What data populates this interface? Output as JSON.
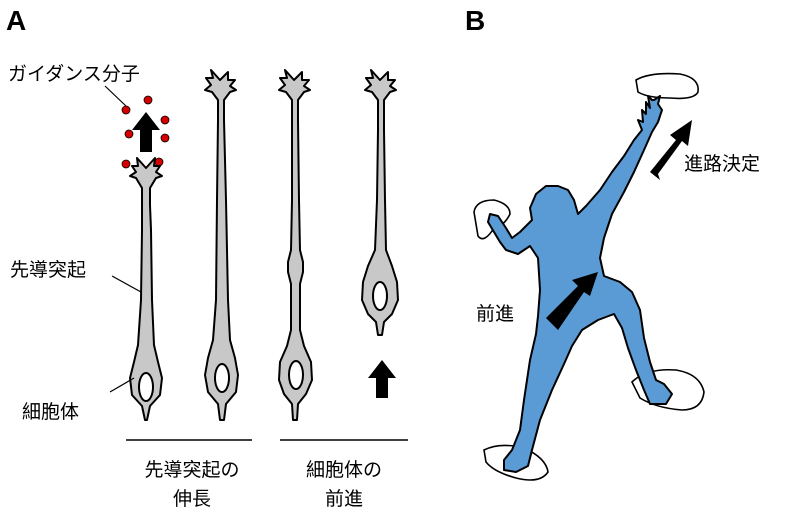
{
  "panel_a": {
    "label": "A",
    "guidance_molecule": "ガイダンス分子",
    "growth_cone": "先導突起",
    "cell_body": "細胞体",
    "caption_left_line1": "先導突起の",
    "caption_left_line2": "伸長",
    "caption_right_line1": "細胞体の",
    "caption_right_line2": "前進"
  },
  "panel_b": {
    "label": "B",
    "pathfinding": "進路決定",
    "advance": "前進"
  },
  "colors": {
    "cell_fill": "#c8c8c8",
    "climber_fill": "#5b9bd5",
    "molecule_dot": "#d40000"
  }
}
